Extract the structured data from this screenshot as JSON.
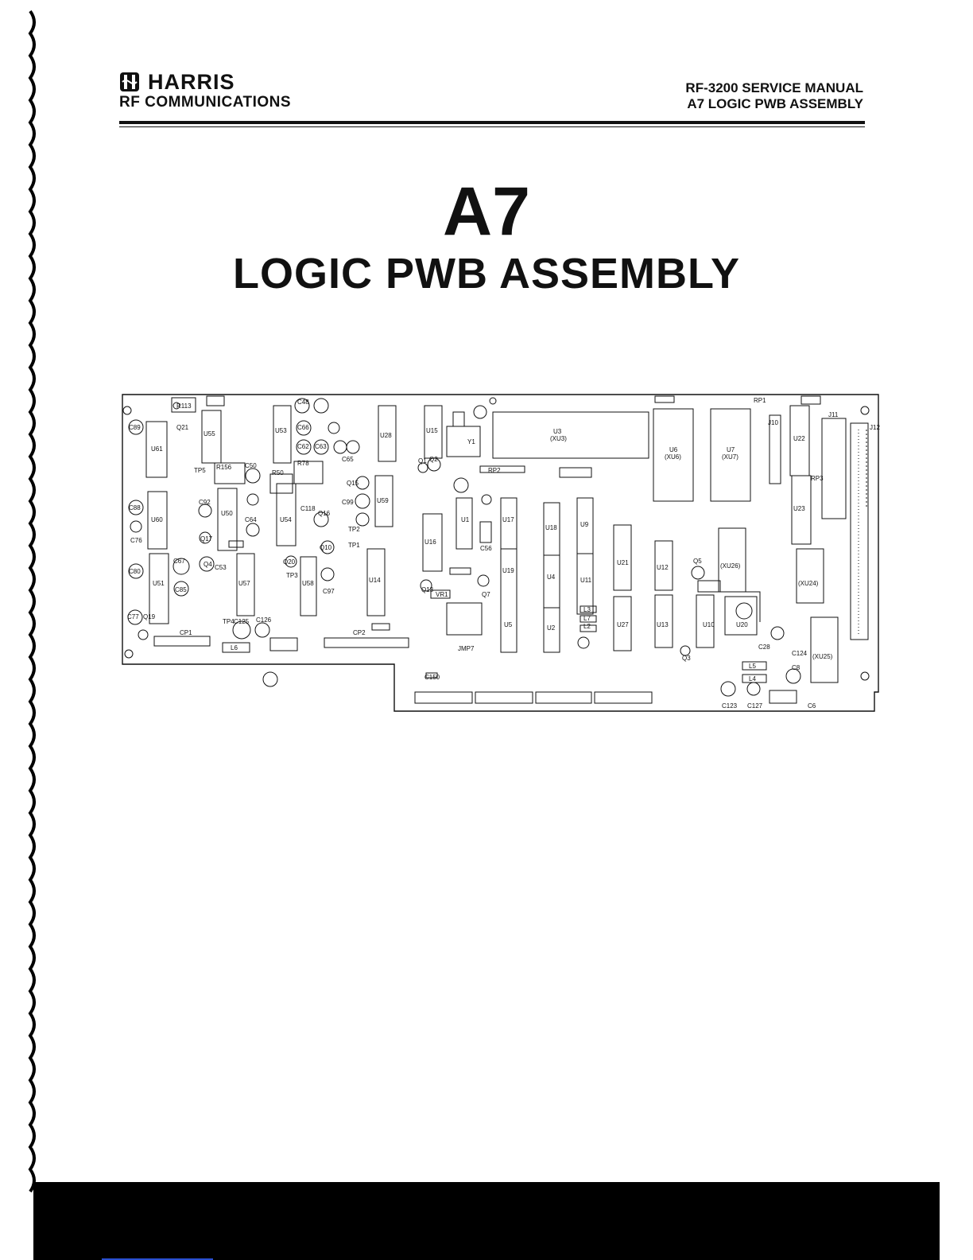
{
  "header": {
    "brand": "HARRIS",
    "division": "RF COMMUNICATIONS",
    "manual": "RF-3200 SERVICE MANUAL",
    "section": "A7 LOGIC PWB ASSEMBLY"
  },
  "title": {
    "main": "A7",
    "sub": "LOGIC PWB ASSEMBLY"
  },
  "board_labels": {
    "u3": "U3",
    "xu3": "(XU3)",
    "u6": "U6",
    "xu6": "(XU6)",
    "u7": "U7",
    "xu7": "(XU7)",
    "u61": "U61",
    "u55": "U55",
    "u53": "U53",
    "u28": "U28",
    "u15": "U15",
    "y1": "Y1",
    "u22": "U22",
    "u23": "U23",
    "u60": "U60",
    "u59": "U59",
    "u54": "U54",
    "u58": "U58",
    "u1": "U1",
    "u16": "U16",
    "u17": "U17",
    "u18": "U18",
    "u9": "U9",
    "u19": "U19",
    "u4": "U4",
    "u11": "U11",
    "u5": "U5",
    "u2": "U2",
    "u21": "U21",
    "u27": "U27",
    "u12": "U12",
    "u13": "U13",
    "u10": "U10",
    "u20": "U20",
    "u51": "U51",
    "u57": "U57",
    "u50": "U50",
    "u14": "U14",
    "xu26": "(XU26)",
    "xu24": "(XU24)",
    "xu25": "(XU25)",
    "c89": "C89",
    "c88": "C88",
    "c76": "C76",
    "c80": "C80",
    "c77": "C77",
    "c85": "C85",
    "c67": "C67",
    "c50": "C50",
    "c92": "C92",
    "c64": "C64",
    "c53": "C53",
    "c48": "C48",
    "c66": "C66",
    "c62": "C62",
    "c63": "C63",
    "c65": "C65",
    "c99": "C99",
    "c118": "C118",
    "c97": "C97",
    "c56": "C56",
    "c125": "C125",
    "c126": "C126",
    "c150": "C150",
    "c124": "C124",
    "c123": "C123",
    "c127": "C127",
    "c8": "C8",
    "c6": "C6",
    "c28": "C28",
    "q1": "Q1",
    "q2": "Q2",
    "q7": "Q7",
    "q13": "Q13",
    "q4": "Q4",
    "q5": "Q5",
    "q3": "Q3",
    "q10": "Q10",
    "q15": "Q15",
    "q16": "Q16",
    "q17": "Q17",
    "q19": "Q19",
    "q20": "Q20",
    "q21": "Q21",
    "r113": "R113",
    "r156": "R156",
    "r50": "R50",
    "r78": "R78",
    "rp1": "RP1",
    "rp2": "RP2",
    "rp3": "RP3",
    "tp1": "TP1",
    "tp2": "TP2",
    "tp3": "TP3",
    "tp4": "TP4",
    "tp5": "TP5",
    "cp1": "CP1",
    "cp2": "CP2",
    "vr1": "VR1",
    "jmp7": "JMP7",
    "l2": "L2",
    "l3": "L3",
    "l4": "L4",
    "l5": "L5",
    "l6": "L6",
    "l7": "L7",
    "j10": "J10",
    "j11": "J11",
    "j12": "J12"
  }
}
